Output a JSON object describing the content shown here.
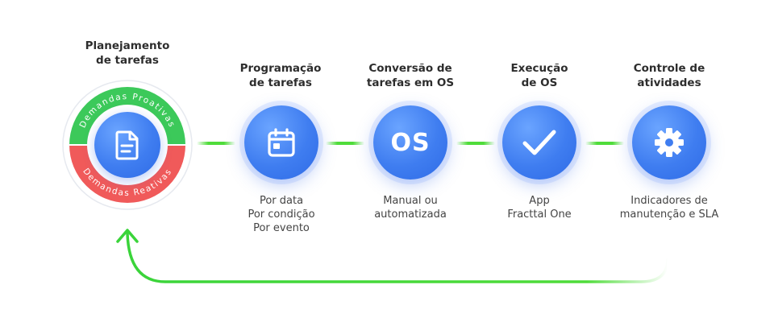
{
  "steps": [
    {
      "title": "Planejamento\nde tarefas",
      "icon": "document-icon"
    },
    {
      "title": "Programação\nde tarefas",
      "desc": "Por data\nPor condição\nPor evento",
      "icon": "calendar-icon"
    },
    {
      "title": "Conversão de\ntarefas em OS",
      "desc": "Manual ou\nautomatizada",
      "icon": "os-text-icon",
      "icon_text": "OS"
    },
    {
      "title": "Execução\nde OS",
      "desc": "App\nFracttal One",
      "icon": "checkmark-icon"
    },
    {
      "title": "Controle de\natividades",
      "desc": "Indicadores de\nmanutenção e SLA",
      "icon": "gear-icon"
    }
  ],
  "ring": {
    "top_label": "Demandas Proativas",
    "bottom_label": "Demandas Reativas",
    "top_color": "#3cc95a",
    "bottom_color": "#f05a5a"
  },
  "colors": {
    "node_blue": "#3f7df0",
    "connector_green": "#4fdc3a"
  }
}
